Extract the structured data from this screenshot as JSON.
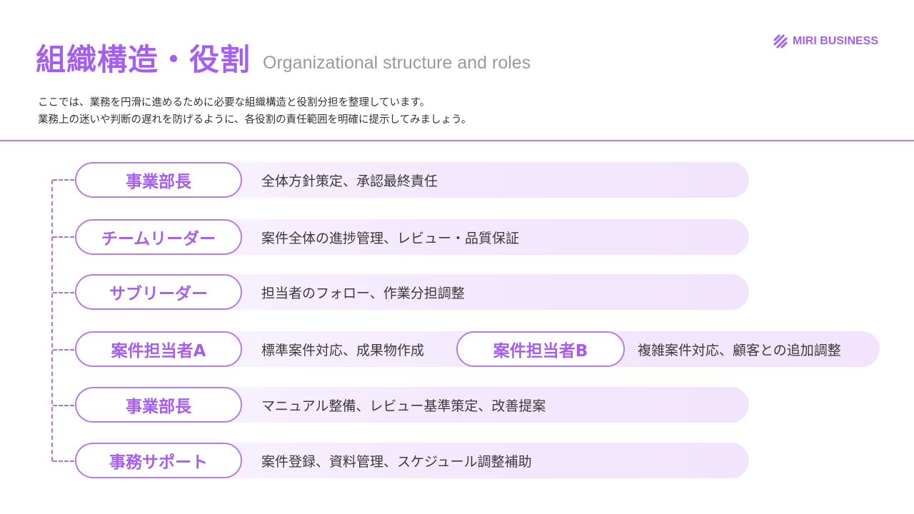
{
  "header": {
    "title": "組織構造・役割",
    "subtitle": "Organizational structure and roles",
    "brand": "MIRI BUSINESS"
  },
  "description": {
    "line1": "ここでは、業務を円滑に進めるために必要な組織構造と役割分担を整理しています。",
    "line2": "業務上の迷いや判断の遅れを防げるように、各役割の責任範囲を明確に提示してみましょう。"
  },
  "roles": [
    {
      "name": "事業部長",
      "desc": "全体方針策定、承認最終責任"
    },
    {
      "name": "チームリーダー",
      "desc": "案件全体の進捗管理、レビュー・品質保証"
    },
    {
      "name": "サブリーダー",
      "desc": "担当者のフォロー、作業分担調整"
    },
    {
      "name": "案件担当者A",
      "desc": "標準案件対応、成果物作成",
      "name2": "案件担当者B",
      "desc2": "複雑案件対応、顧客との追加調整"
    },
    {
      "name": "事業部長",
      "desc": "マニュアル整備、レビュー基準策定、改善提案"
    },
    {
      "name": "事務サポート",
      "desc": "案件登録、資料管理、スケジュール調整補助"
    }
  ],
  "colors": {
    "accent": "#a65ef0",
    "pill_border": "#b57aec",
    "row_background": "#f3e8fd",
    "connector": "#b06fe8"
  },
  "icons": {
    "brand_logo": "interlocked-stripes-logo-icon"
  }
}
